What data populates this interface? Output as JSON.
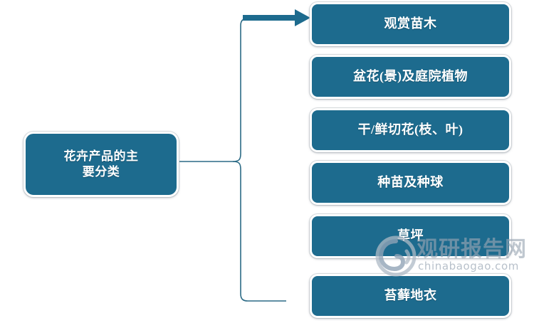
{
  "diagram": {
    "type": "tree",
    "orientation": "left-to-right",
    "root": {
      "label": "花卉产品的主要分类",
      "line1": "花卉产品的主",
      "line2": "要分类"
    },
    "branches": [
      {
        "label": "观赏苗木"
      },
      {
        "label": "盆花(景)及庭院植物"
      },
      {
        "label": "干/鲜切花(枝、叶)"
      },
      {
        "label": "种苗及种球"
      },
      {
        "label": "草坪"
      },
      {
        "label": "苔藓地衣"
      }
    ]
  },
  "watermark": {
    "brand": "观研报告网",
    "url": "chinabaogao.com"
  },
  "colors": {
    "node_fill": "#1D6B8E",
    "node_border": "#FFFFFF",
    "node_text": "#FFFFFF",
    "connector": "#2B6A85",
    "arrow": "#1D6B8E",
    "background": "#FFFFFF",
    "watermark": "#9AA7B4"
  }
}
